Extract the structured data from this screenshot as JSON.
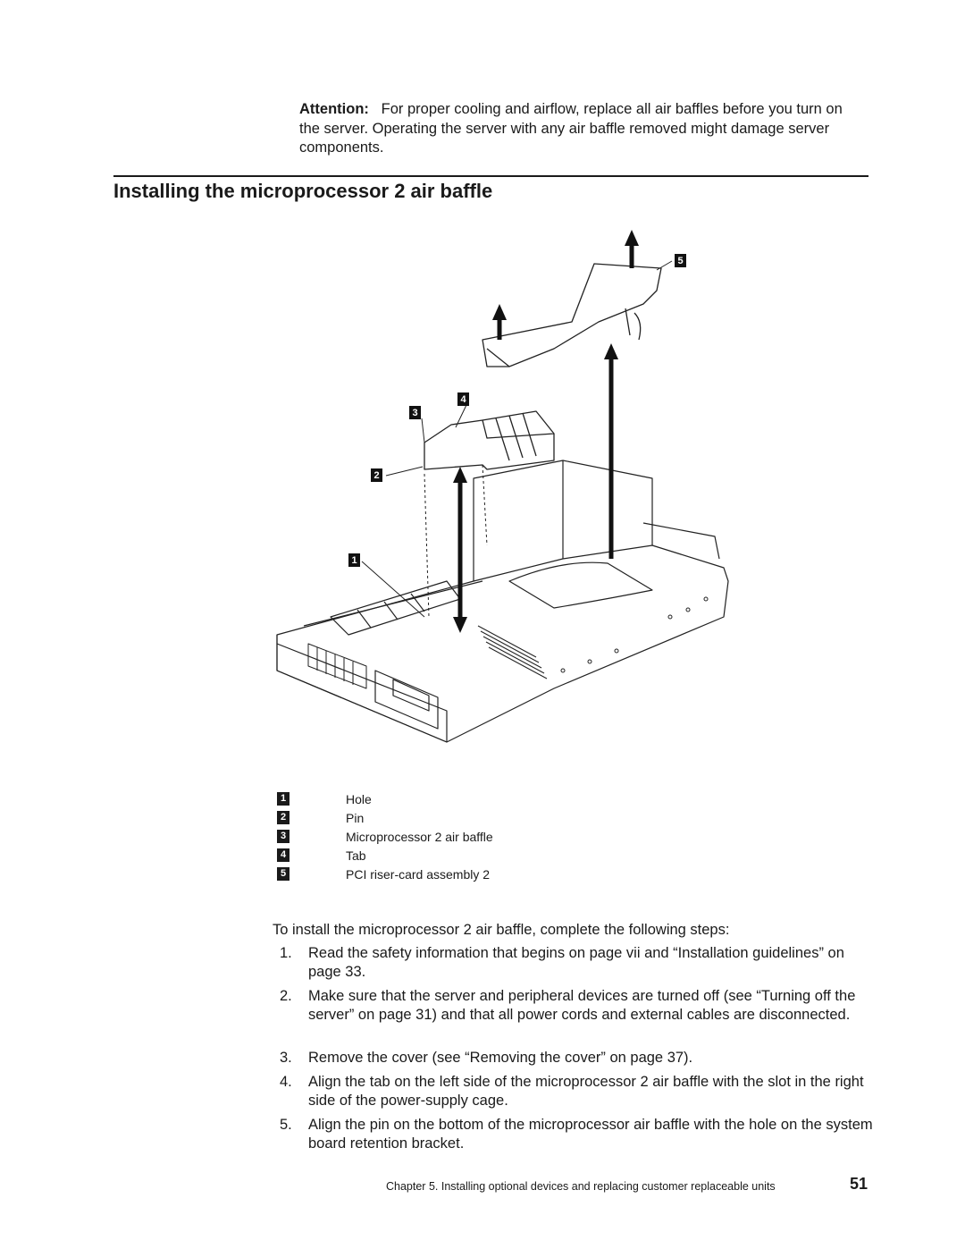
{
  "attention": {
    "label": "Attention:",
    "text": "For proper cooling and airflow, replace all air baffles before you turn on the server. Operating the server with any air baffle removed might damage server components."
  },
  "heading": "Installing the microprocessor 2 air baffle",
  "figure": {
    "callouts": [
      "1",
      "2",
      "3",
      "4",
      "5"
    ]
  },
  "legend": [
    {
      "num": "1",
      "label": "Hole"
    },
    {
      "num": "2",
      "label": "Pin"
    },
    {
      "num": "3",
      "label": "Microprocessor 2 air baffle"
    },
    {
      "num": "4",
      "label": "Tab"
    },
    {
      "num": "5",
      "label": "PCI riser-card assembly 2"
    }
  ],
  "intro": "To install the microprocessor 2 air baffle, complete the following steps:",
  "steps": [
    {
      "num": "1.",
      "text": "Read the safety information that begins on page vii and “Installation guidelines” on page 33."
    },
    {
      "num": "2.",
      "text": "Make sure that the server and peripheral devices are turned off (see “Turning off the server” on page 31) and that all power cords and external cables are disconnected."
    },
    {
      "num": "3.",
      "text": "Remove the cover (see “Removing the cover” on page 37)."
    },
    {
      "num": "4.",
      "text": "Align the tab on the left side of the microprocessor 2 air baffle with the slot in the right side of the power-supply cage."
    },
    {
      "num": "5.",
      "text": "Align the pin on the bottom of the microprocessor air baffle with the hole on the system board retention bracket."
    }
  ],
  "footer": {
    "chapter": "Chapter 5. Installing optional devices and replacing customer replaceable units",
    "page": "51"
  }
}
